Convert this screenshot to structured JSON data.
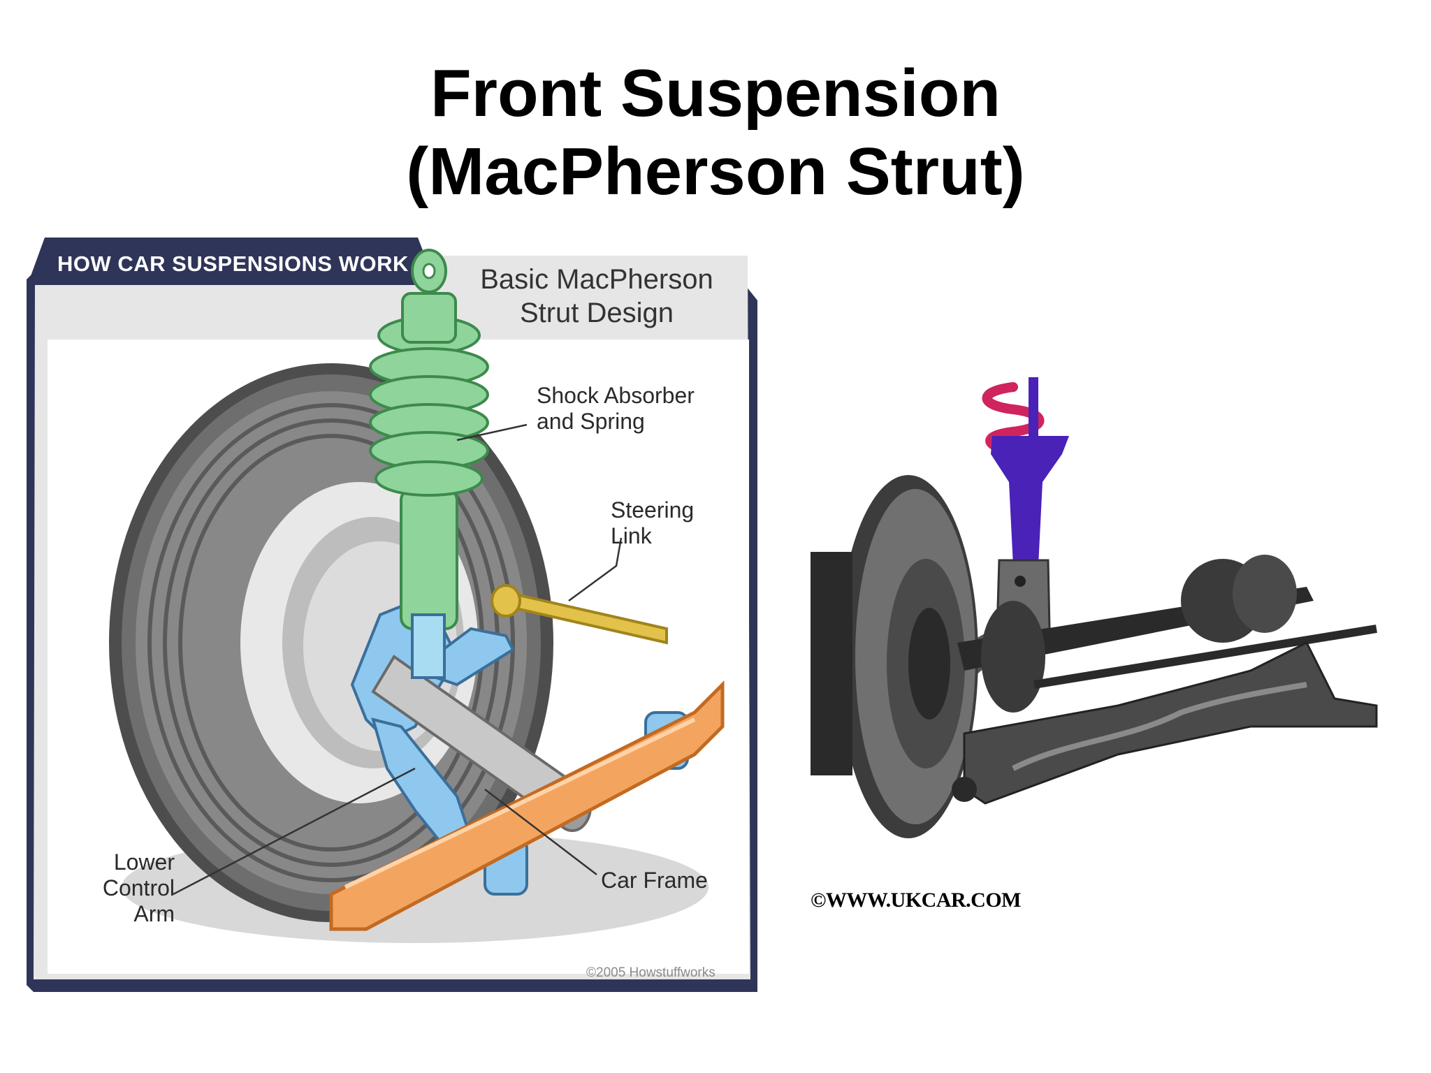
{
  "slide": {
    "title_line1": "Front Suspension",
    "title_line2": "(MacPherson Strut)"
  },
  "left_panel": {
    "tab_label": "HOW CAR SUSPENSIONS WORK",
    "design_title_line1": "Basic MacPherson",
    "design_title_line2": "Strut Design",
    "callouts": {
      "shock": {
        "line1": "Shock Absorber",
        "line2": "and Spring"
      },
      "steering": {
        "line1": "Steering",
        "line2": "Link"
      },
      "lower_arm": {
        "line1": "Lower",
        "line2": "Control",
        "line3": "Arm"
      },
      "frame": {
        "line1": "Car Frame"
      }
    },
    "copyright": "©2005 Howstuffworks"
  },
  "right_panel": {
    "copyright": "©WWW.UKCAR.COM"
  },
  "colors": {
    "panel_border": "#2e3558",
    "strut_green": "#8fd49a",
    "knuckle_blue": "#8ec8ee",
    "frame_orange": "#f3a560",
    "link_yellow": "#e2c24a",
    "right_strut_purple": "#4a22b8",
    "right_spring_pink": "#d0245e"
  }
}
